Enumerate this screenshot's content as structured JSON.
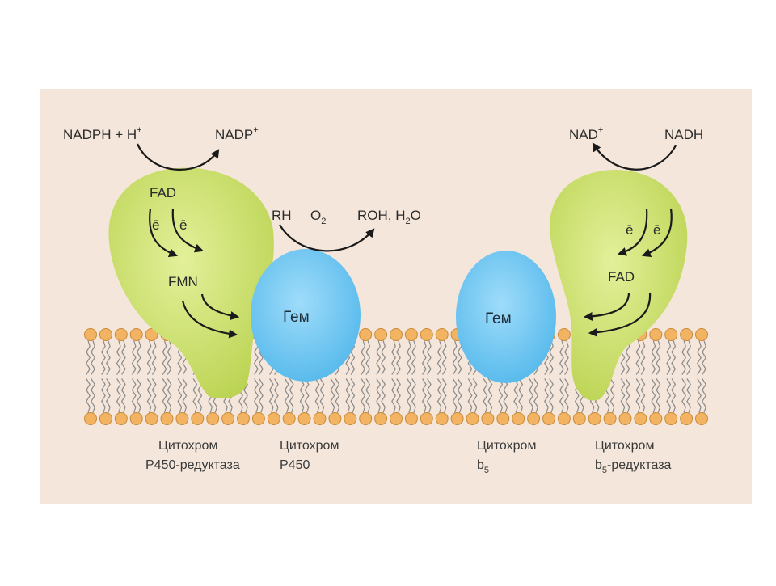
{
  "colors": {
    "panel": "#f4e6da",
    "reductase": "#cde06e",
    "cytochrome": "#6cc6f2",
    "lipid_head": "#f2b463",
    "lipid_tail": "#8a8a8a"
  },
  "left": {
    "cofactor_in": "NADPH + H",
    "cofactor_in_sup": "+",
    "cofactor_out": "NADP",
    "cofactor_out_sup": "+",
    "flavin_top": "FAD",
    "flavin_bottom": "FMN",
    "electron_1": "ē",
    "electron_2": "ē",
    "heme": "Гем",
    "substrate": "RH",
    "oxygen": "O",
    "oxygen_sub": "2",
    "product": "ROH, H",
    "product_sub": "2",
    "product_tail": "O",
    "reductase_caption_1": "Цитохром",
    "reductase_caption_2": "P450-редуктаза",
    "cytochrome_caption_1": "Цитохром",
    "cytochrome_caption_2": "P450"
  },
  "right": {
    "cofactor_out": "NAD",
    "cofactor_out_sup": "+",
    "cofactor_in": "NADH",
    "flavin": "FAD",
    "electron_1": "ē",
    "electron_2": "ē",
    "heme": "Гем",
    "cytochrome_caption_1": "Цитохром",
    "cytochrome_caption_2": "b",
    "cytochrome_caption_2_sub": "5",
    "reductase_caption_1": "Цитохром",
    "reductase_caption_2": "b",
    "reductase_caption_2_sub": "5",
    "reductase_caption_2_tail": "-редуктаза"
  }
}
